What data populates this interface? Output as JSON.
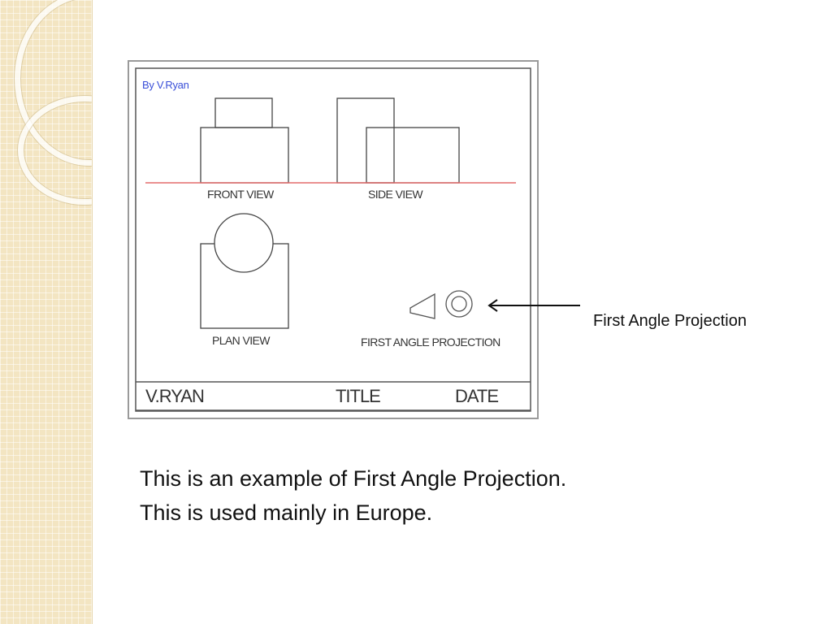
{
  "drawing": {
    "author": "By V.Ryan",
    "front_view_label": "FRONT VIEW",
    "side_view_label": "SIDE VIEW",
    "plan_view_label": "PLAN VIEW",
    "projection_label": "FIRST ANGLE PROJECTION",
    "title_block": {
      "name": "V.RYAN",
      "title": "TITLE",
      "date": "DATE"
    },
    "colors": {
      "ground_line": "#e36b6b",
      "author_text": "#3a4fd8",
      "lines": "#444444"
    }
  },
  "callout": {
    "text": "First Angle Projection"
  },
  "caption": {
    "line1": "This is an example of First Angle Projection.",
    "line2": "This is used mainly in Europe."
  }
}
